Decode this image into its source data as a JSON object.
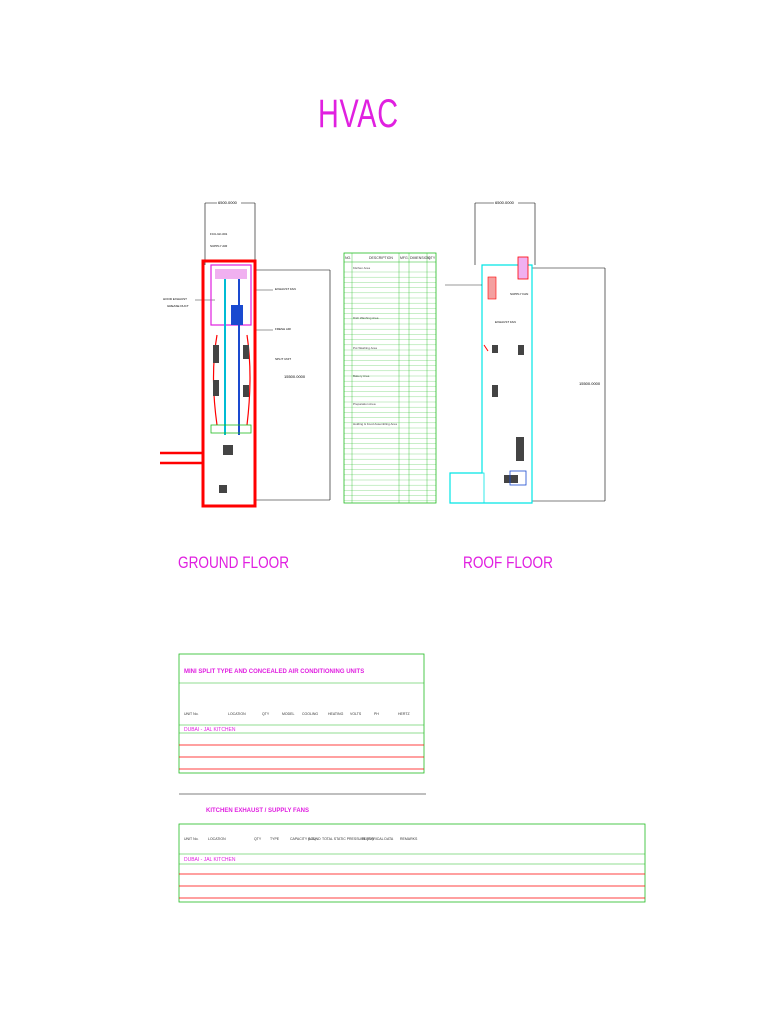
{
  "title": "HVAC",
  "ground_floor": {
    "label": "GROUND FLOOR",
    "dim_top": "6500.0000",
    "dim_side": "15500.0000"
  },
  "roof_floor": {
    "label": "ROOF FLOOR",
    "dim_top": "6500.0000",
    "dim_side": "15500.0000"
  },
  "schedule": {
    "columns": [
      "NO.",
      "DESCRIPTION",
      "MFG.",
      "DIMENSION",
      "QTY"
    ],
    "sections": [
      "Kitchen Area",
      "Dish Washing Area",
      "Pot Washing Area",
      "Bakery Area",
      "Preparation Area",
      "Holding & Food Assembling Area"
    ]
  },
  "mini_split": {
    "title": "MINI SPLIT TYPE AND CONCEALED AIR CONDITIONING UNITS",
    "section": "DUBAI  -  JAL KITCHEN",
    "headers": [
      "UNIT No.",
      "LOCATION",
      "QTY",
      "MODEL",
      "COOLING",
      "HEATING",
      "VOLTS",
      "PH",
      "HERTZ"
    ]
  },
  "kitchen_exhaust": {
    "title": "KITCHEN EXHAUST / SUPPLY FANS",
    "section": "DUBAI  -  JAL KITCHEN",
    "headers": [
      "UNIT No.",
      "LOCATION",
      "QTY",
      "TYPE",
      "CAPACITY (L/S)",
      "SOUND",
      "TOTAL STATIC PRESSURE (Pa)",
      "ELECTRICAL DATA",
      "REMARKS"
    ]
  },
  "colors": {
    "accent": "#e020e0",
    "wall": "#ff0000",
    "cyan": "#00e5e5",
    "green": "#22bb22"
  }
}
